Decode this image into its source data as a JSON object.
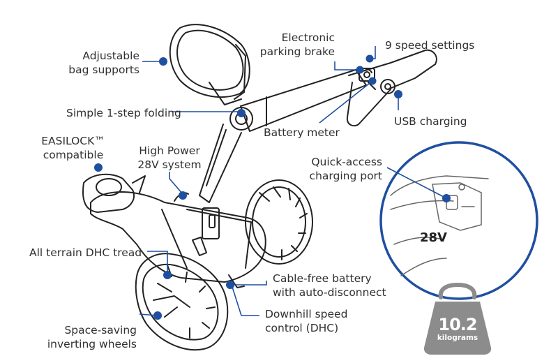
{
  "labels": {
    "adjustable_bag_supports": [
      "Adjustable",
      "bag supports"
    ],
    "electronic_parking_brake": [
      "Electronic",
      "parking brake"
    ],
    "speed_settings": "9 speed settings",
    "simple_folding": "Simple 1-step folding",
    "battery_meter": "Battery meter",
    "usb_charging": "USB charging",
    "easilock": [
      "EASILOCK™",
      "compatible"
    ],
    "high_power": [
      "High Power",
      "28V system"
    ],
    "quick_access_port": [
      "Quick-access",
      "charging port"
    ],
    "all_terrain_tread": "All terrain DHC tread",
    "cable_free_battery": [
      "Cable-free battery",
      "with auto-disconnect"
    ],
    "downhill_speed_control": [
      "Downhill speed",
      "control (DHC)"
    ],
    "inverting_wheels": [
      "Space-saving",
      "inverting wheels"
    ]
  },
  "weight_badge": {
    "value": "10.2",
    "unit": "kilograms"
  },
  "inset_markings": {
    "voltage": "28V"
  },
  "colors": {
    "accent": "#1f4fa0",
    "outline": "#222222",
    "text": "#2f3033",
    "badge": "#8c8c8c"
  }
}
